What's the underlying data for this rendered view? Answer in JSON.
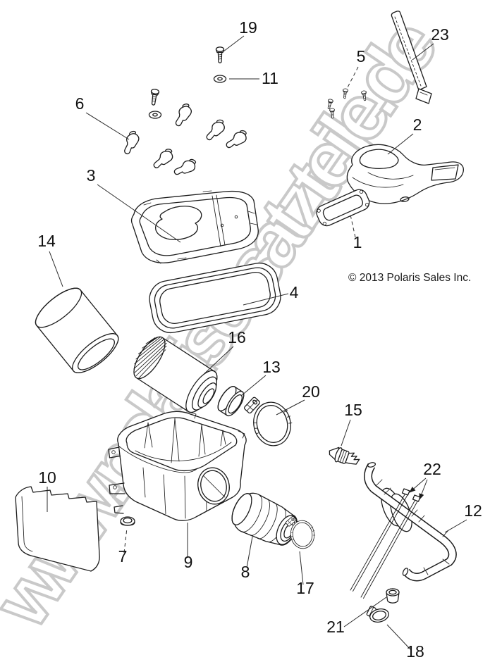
{
  "diagram": {
    "type": "exploded-parts-diagram",
    "copyright": "© 2013 Polaris Sales Inc.",
    "watermark": "www.polarisersatzteile.de",
    "colors": {
      "background": "#ffffff",
      "line": "#1c1c1c",
      "label": "#111111",
      "watermark_stroke": "#c9c9c9",
      "watermark_fill": "#ffffff"
    },
    "callouts": {
      "n1": "1",
      "n2": "2",
      "n3": "3",
      "n4": "4",
      "n5": "5",
      "n6": "6",
      "n7": "7",
      "n8": "8",
      "n9": "9",
      "n10": "10",
      "n11": "11",
      "n12": "12",
      "n13": "13",
      "n14": "14",
      "n15": "15",
      "n16": "16",
      "n17": "17",
      "n18": "18",
      "n19": "19",
      "n20": "20",
      "n21": "21",
      "n22": "22",
      "n23": "23"
    }
  }
}
